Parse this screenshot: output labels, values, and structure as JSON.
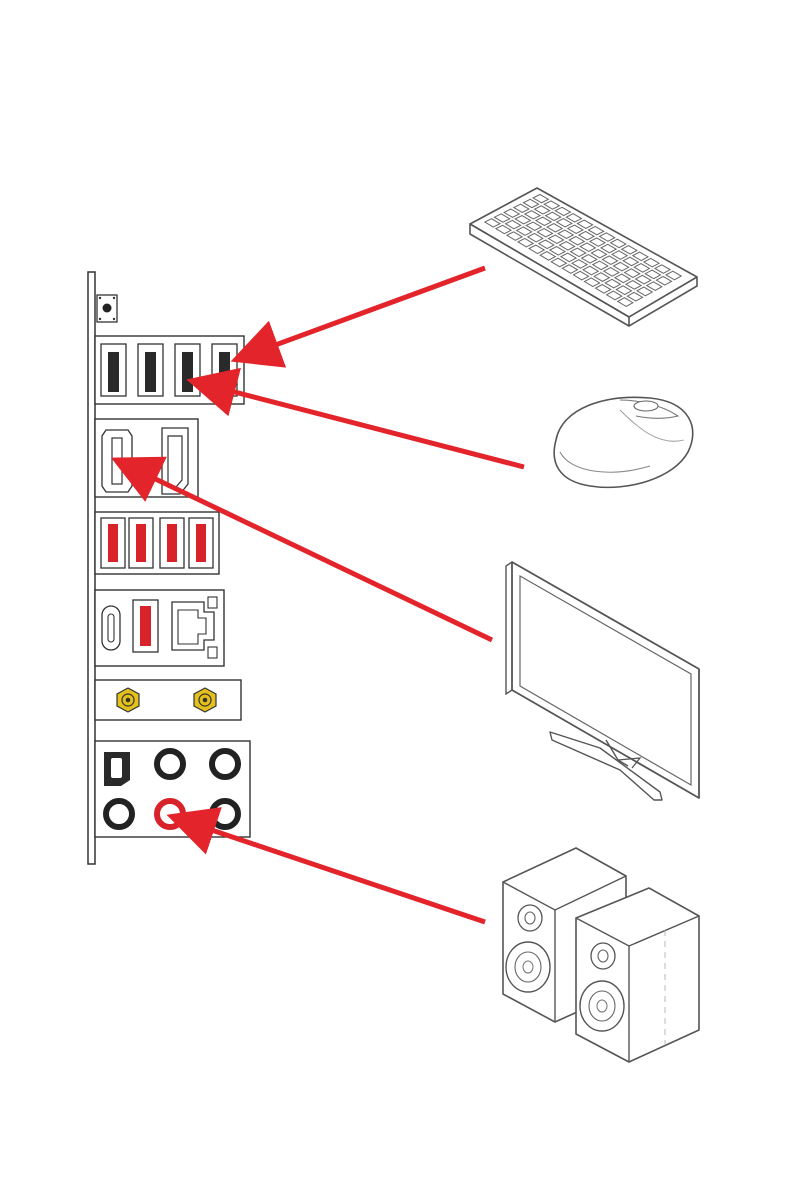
{
  "diagram": {
    "colors": {
      "arrow": "#e3242b",
      "usb_black": "#2a2a2a",
      "usb_red": "#d9232a",
      "outline": "#333333",
      "device_line": "#555555",
      "sma_gold": "#e3c01c",
      "audio_ring": "#222222",
      "audio_red": "#d9232a",
      "background": "#ffffff"
    },
    "panel": {
      "top_usb_ports": 4,
      "hdmi_ports": 1,
      "displayport_ports": 1,
      "red_usb_ports": 4,
      "usb_c_ports": 1,
      "red_usb_combo_ports": 1,
      "lan_ports": 1,
      "antenna_connectors": 2,
      "optical_ports": 1,
      "audio_jacks": 5,
      "highlighted_audio_jack": "line-out"
    },
    "devices": [
      {
        "id": "keyboard",
        "icon": "keyboard-icon",
        "connects_to": "usb-port-4"
      },
      {
        "id": "mouse",
        "icon": "mouse-icon",
        "connects_to": "usb-port-3"
      },
      {
        "id": "monitor",
        "icon": "monitor-icon",
        "connects_to": "hdmi-port"
      },
      {
        "id": "speakers",
        "icon": "speakers-icon",
        "connects_to": "audio-line-out-jack"
      }
    ]
  }
}
